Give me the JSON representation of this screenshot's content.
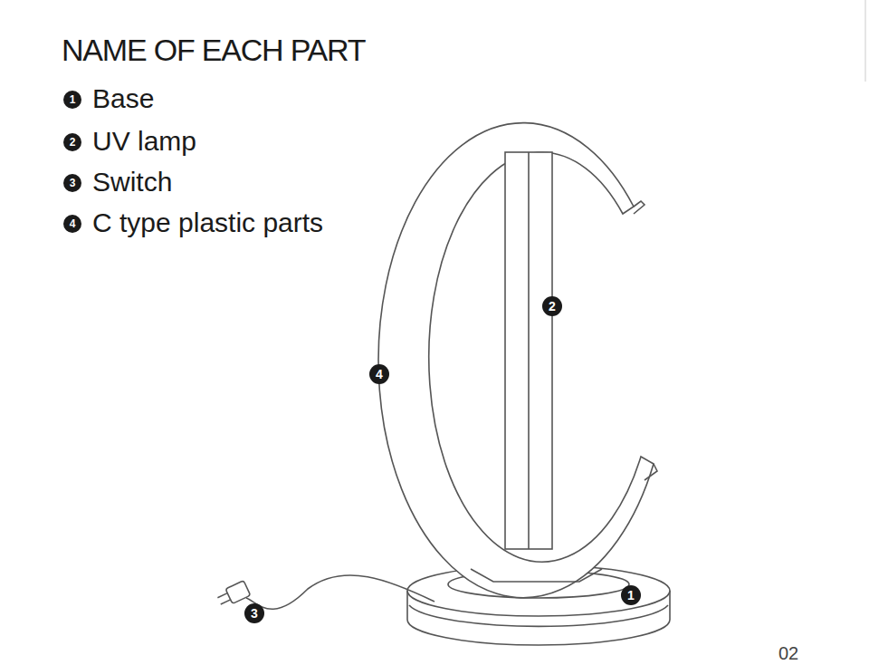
{
  "diagram": {
    "title": "NAME OF EACH PART",
    "labels": [
      "1",
      "Base",
      "2",
      "UV lamp",
      "3",
      "Switch",
      "4",
      "C type plastic parts",
      "2",
      "4",
      "1",
      "3",
      "02"
    ]
  }
}
